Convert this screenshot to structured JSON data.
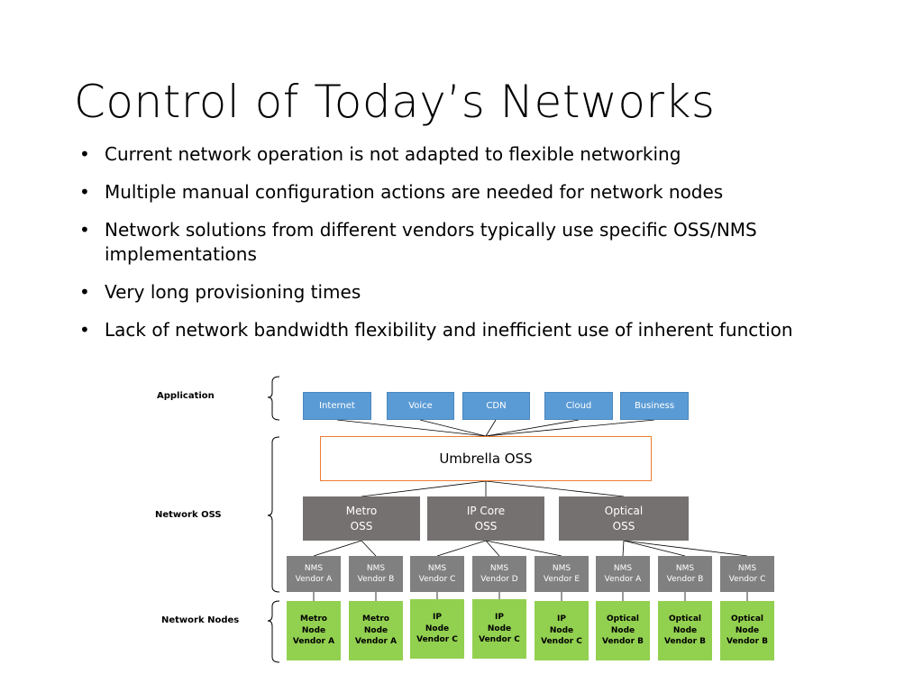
{
  "title": "Control of Today’s Networks",
  "bullets": [
    "Current network operation is not adapted to flexible networking",
    "Multiple manual configuration actions are needed for network nodes",
    "Network solutions from different vendors typically use specific OSS/NMS implementations",
    "Very long provisioning times",
    "Lack of network bandwidth flexibility and inefficient use of inherent function"
  ],
  "layers": {
    "application": "Application",
    "network_oss": "Network OSS",
    "network_nodes": "Network Nodes"
  },
  "applications": [
    "Internet",
    "Voice",
    "CDN",
    "Cloud",
    "Business"
  ],
  "umbrella": "Umbrella OSS",
  "oss": [
    "Metro\nOSS",
    "IP Core\nOSS",
    "Optical\nOSS"
  ],
  "nms": [
    "NMS\nVendor A",
    "NMS\nVendor B",
    "NMS\nVendor C",
    "NMS\nVendor D",
    "NMS\nVendor E",
    "NMS\nVendor A",
    "NMS\nVendor B",
    "NMS\nVendor C"
  ],
  "nodes": [
    "Metro\nNode\nVendor A",
    "Metro\nNode\nVendor A",
    "IP\nNode\nVendor C",
    "IP\nNode\nVendor C",
    "IP\nNode\nVendor C",
    "Optical\nNode\nVendor B",
    "Optical\nNode\nVendor B",
    "Optical\nNode\nVendor B"
  ],
  "colors": {
    "application": "#5b9bd5",
    "umbrella_border": "#ed7d31",
    "oss": "#767171",
    "nms": "#808080",
    "node": "#92d050"
  }
}
